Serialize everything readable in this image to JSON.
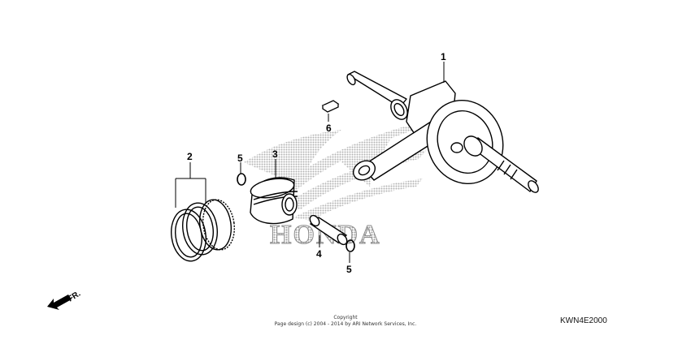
{
  "callouts": {
    "crankshaft": "1",
    "piston_rings": "2",
    "piston": "3",
    "piston_pin": "4",
    "clip_upper": "5",
    "clip_lower": "5",
    "woodruff_key": "6"
  },
  "watermark": {
    "text": "HONDA"
  },
  "direction": {
    "label": "FR."
  },
  "copyright": {
    "line1": "Copyright",
    "line2": "Page design (c) 2004 - 2014 by ARI Network Services, Inc."
  },
  "diagram_code": "KWN4E2000",
  "colors": {
    "line": "#000000",
    "watermark": "#b5b5b5",
    "background": "#ffffff"
  }
}
